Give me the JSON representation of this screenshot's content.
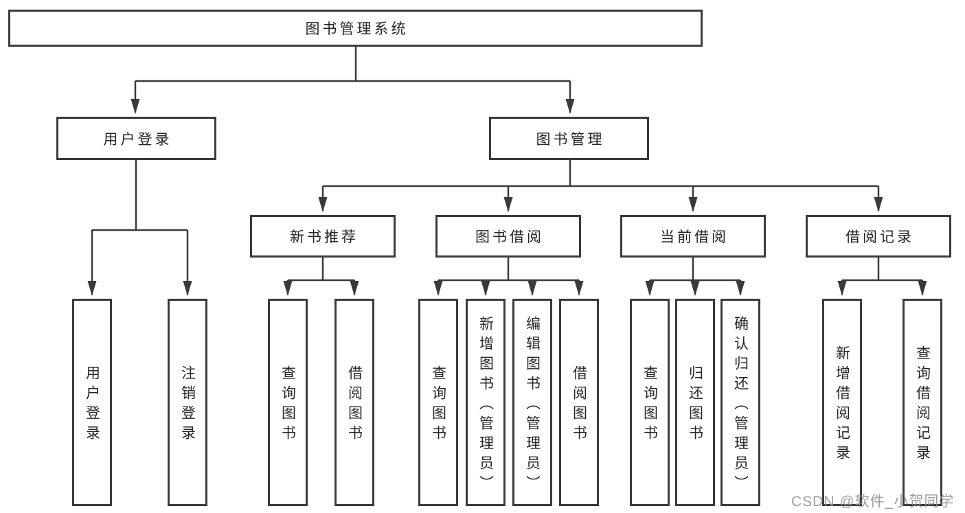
{
  "diagram": {
    "title": "图书管理系统",
    "children": [
      {
        "label": "用户登录",
        "children": [
          {
            "label": "用户登录"
          },
          {
            "label": "注销登录"
          }
        ]
      },
      {
        "label": "图书管理",
        "children": [
          {
            "label": "新书推荐",
            "children": [
              {
                "label": "查询图书"
              },
              {
                "label": "借阅图书"
              }
            ]
          },
          {
            "label": "图书借阅",
            "children": [
              {
                "label": "查询图书"
              },
              {
                "label": "新增图书（管理员）"
              },
              {
                "label": "编辑图书（管理员）"
              },
              {
                "label": "借阅图书"
              }
            ]
          },
          {
            "label": "当前借阅",
            "children": [
              {
                "label": "查询图书"
              },
              {
                "label": "归还图书"
              },
              {
                "label": "确认归还（管理员）"
              }
            ]
          },
          {
            "label": "借阅记录",
            "children": [
              {
                "label": "新增借阅记录"
              },
              {
                "label": "查询借阅记录"
              }
            ]
          }
        ]
      }
    ]
  },
  "watermark": {
    "text": "CSDN @软件_小贺同学"
  },
  "colors": {
    "background": "#ffffff",
    "line": "#3a3a3a",
    "box_border": "#3b3b3b",
    "text": "#262626",
    "watermark": "#949494"
  }
}
